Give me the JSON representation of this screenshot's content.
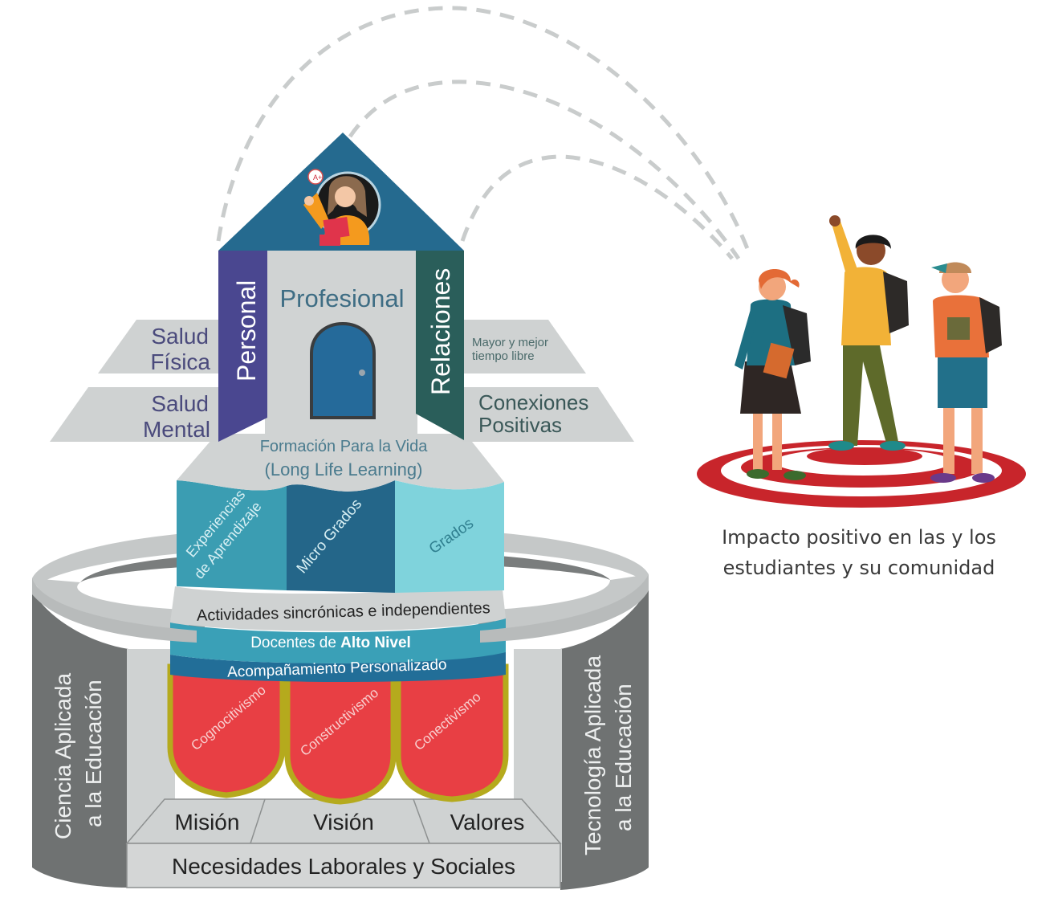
{
  "house": {
    "roof_icon": "teacher-illustration",
    "left_pillar": "Personal",
    "center_title": "Profesional",
    "right_pillar": "Relaciones",
    "door_icon": "door-icon",
    "left_wings": [
      {
        "line1": "Salud",
        "line2": "Física"
      },
      {
        "line1": "Salud",
        "line2": "Mental"
      }
    ],
    "right_wings": [
      {
        "line1": "Mayor y mejor",
        "line2": "tiempo libre"
      },
      {
        "line1": "Conexiones",
        "line2": "Positivas"
      }
    ],
    "lifelong": {
      "line1": "Formación Para la Vida",
      "line2": "(Long Life Learning)"
    }
  },
  "offerings": [
    {
      "line1": "Experiencias",
      "line2": "de Aprendizaje"
    },
    {
      "line1": "Micro Grados",
      "line2": ""
    },
    {
      "line1": "Grados",
      "line2": ""
    }
  ],
  "bands": {
    "activities": "Actividades sincrónicas e independientes",
    "teachers_pre": "Docentes de ",
    "teachers_bold": "Alto Nivel",
    "support": "Acompañamiento Personalizado"
  },
  "theories": [
    "Cognocitivismo",
    "Constructivismo",
    "Conectivismo"
  ],
  "foundation": {
    "top": [
      "Misión",
      "Visión",
      "Valores"
    ],
    "bottom": "Necesidades Laborales y Sociales"
  },
  "columns": {
    "left": {
      "line1": "Ciencia Aplicada",
      "line2": "a la Educación"
    },
    "right": {
      "line1": "Tecnología Aplicada",
      "line2": "a la Educación"
    }
  },
  "impact": {
    "illustration": "students-on-target-illustration",
    "line1": "Impacto positivo en las y los",
    "line2": "estudiantes y su comunidad"
  },
  "colors": {
    "roof": "#256a8f",
    "personal": "#4a4790",
    "relaciones": "#2a5e5a",
    "wall": "#d0d3d3",
    "wing": "#cfd2d2",
    "wing_text": "#4a4a7c",
    "exp": "#3b9db2",
    "micro": "#246689",
    "grados": "#7fd3dc",
    "band_teal": "#3aa0b7",
    "band_blue": "#226e98",
    "theory_red": "#e83f44",
    "theory_border": "#b5aa1d",
    "ring": "#c5c8c8",
    "ring_dark": "#6f7272",
    "target_red": "#c8252b",
    "dash": "#c9cccc"
  }
}
